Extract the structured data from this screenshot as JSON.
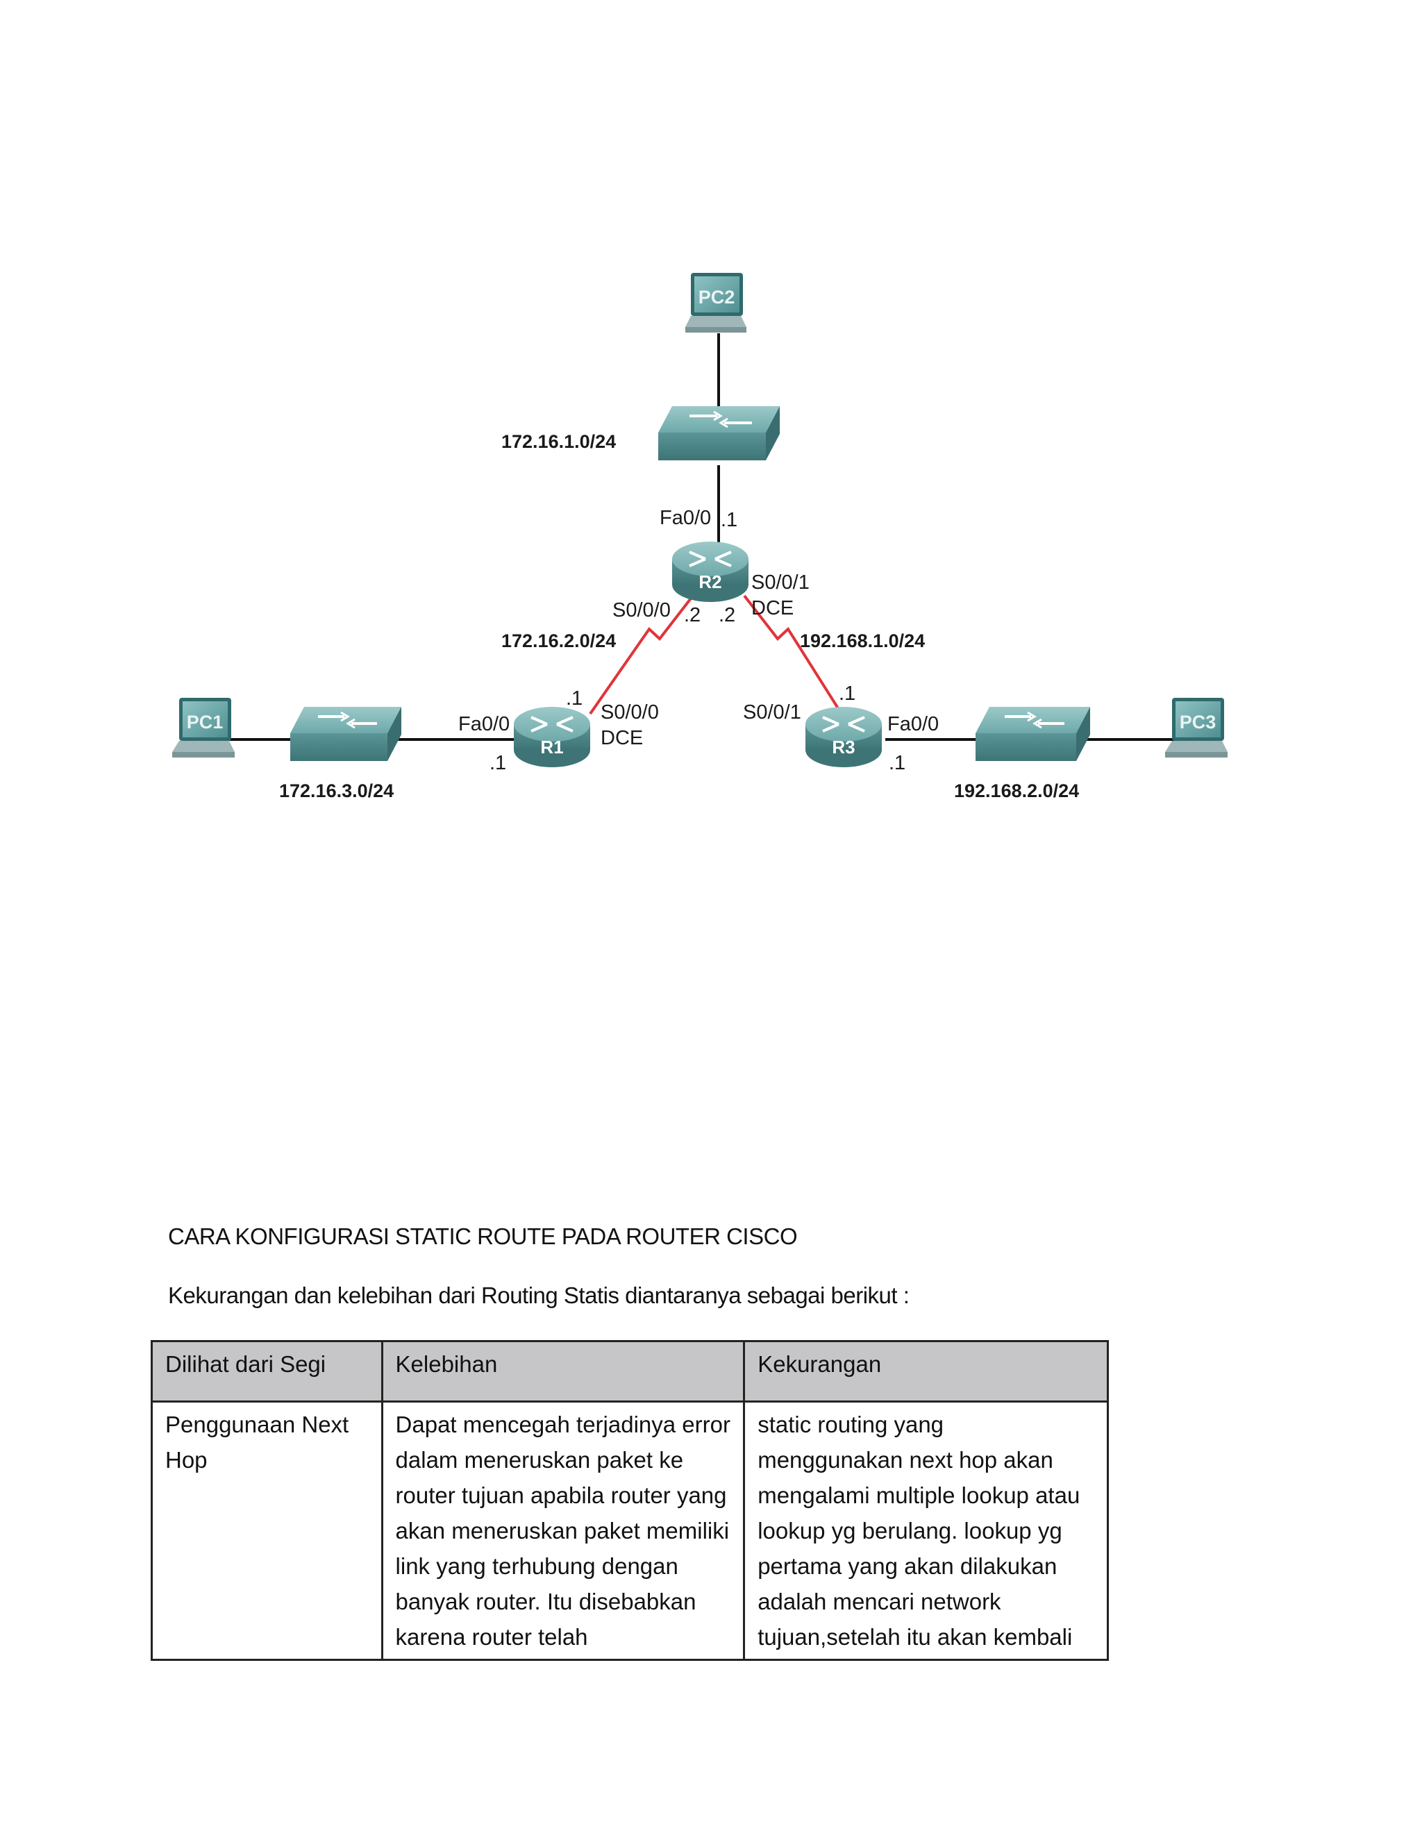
{
  "diagram": {
    "devices": {
      "pc1": "PC1",
      "pc2": "PC2",
      "pc3": "PC3",
      "r1": "R1",
      "r2": "R2",
      "r3": "R3"
    },
    "networks": {
      "net_172_16_1": "172.16.1.0/24",
      "net_172_16_2": "172.16.2.0/24",
      "net_172_16_3": "172.16.3.0/24",
      "net_192_168_1": "192.168.1.0/24",
      "net_192_168_2": "192.168.2.0/24"
    },
    "interfaces": {
      "r2_fa00": "Fa0/0",
      "r2_fa00_ip": ".1",
      "r2_s000": "S0/0/0",
      "r2_s000_ip": ".2",
      "r2_s001": "S0/0/1",
      "r2_s001_dce": "DCE",
      "r2_s001_ip": ".2",
      "r1_fa00": "Fa0/0",
      "r1_fa00_ip": ".1",
      "r1_s000": "S0/0/0",
      "r1_s000_dce": "DCE",
      "r1_s000_ip": ".1",
      "r3_s001": "S0/0/1",
      "r3_s001_ip": ".1",
      "r3_fa00": "Fa0/0",
      "r3_fa00_ip": ".1"
    },
    "colors": {
      "device_teal": "#5f9ea0",
      "serial_link": "#e0343a",
      "ethernet_link": "#111111"
    }
  },
  "document": {
    "title": "CARA KONFIGURASI STATIC ROUTE PADA ROUTER  CISCO",
    "intro": "Kekurangan dan kelebihan dari Routing Statis diantaranya sebagai berikut :",
    "table": {
      "headers": [
        "Dilihat dari Segi",
        "Kelebihan",
        "Kekurangan"
      ],
      "rows": [
        {
          "segi": "Penggunaan Next Hop",
          "kelebihan": "Dapat mencegah terjadinya error dalam meneruskan paket ke router tujuan apabila router yang akan meneruskan paket memiliki link yang terhubung dengan banyak router. Itu disebabkan karena router telah",
          "kekurangan": "static routing yang menggunakan next hop akan mengalami multiple lookup atau lookup yg berulang. lookup yg pertama yang akan dilakukan adalah mencari network tujuan,setelah itu akan kembali"
        }
      ]
    }
  }
}
